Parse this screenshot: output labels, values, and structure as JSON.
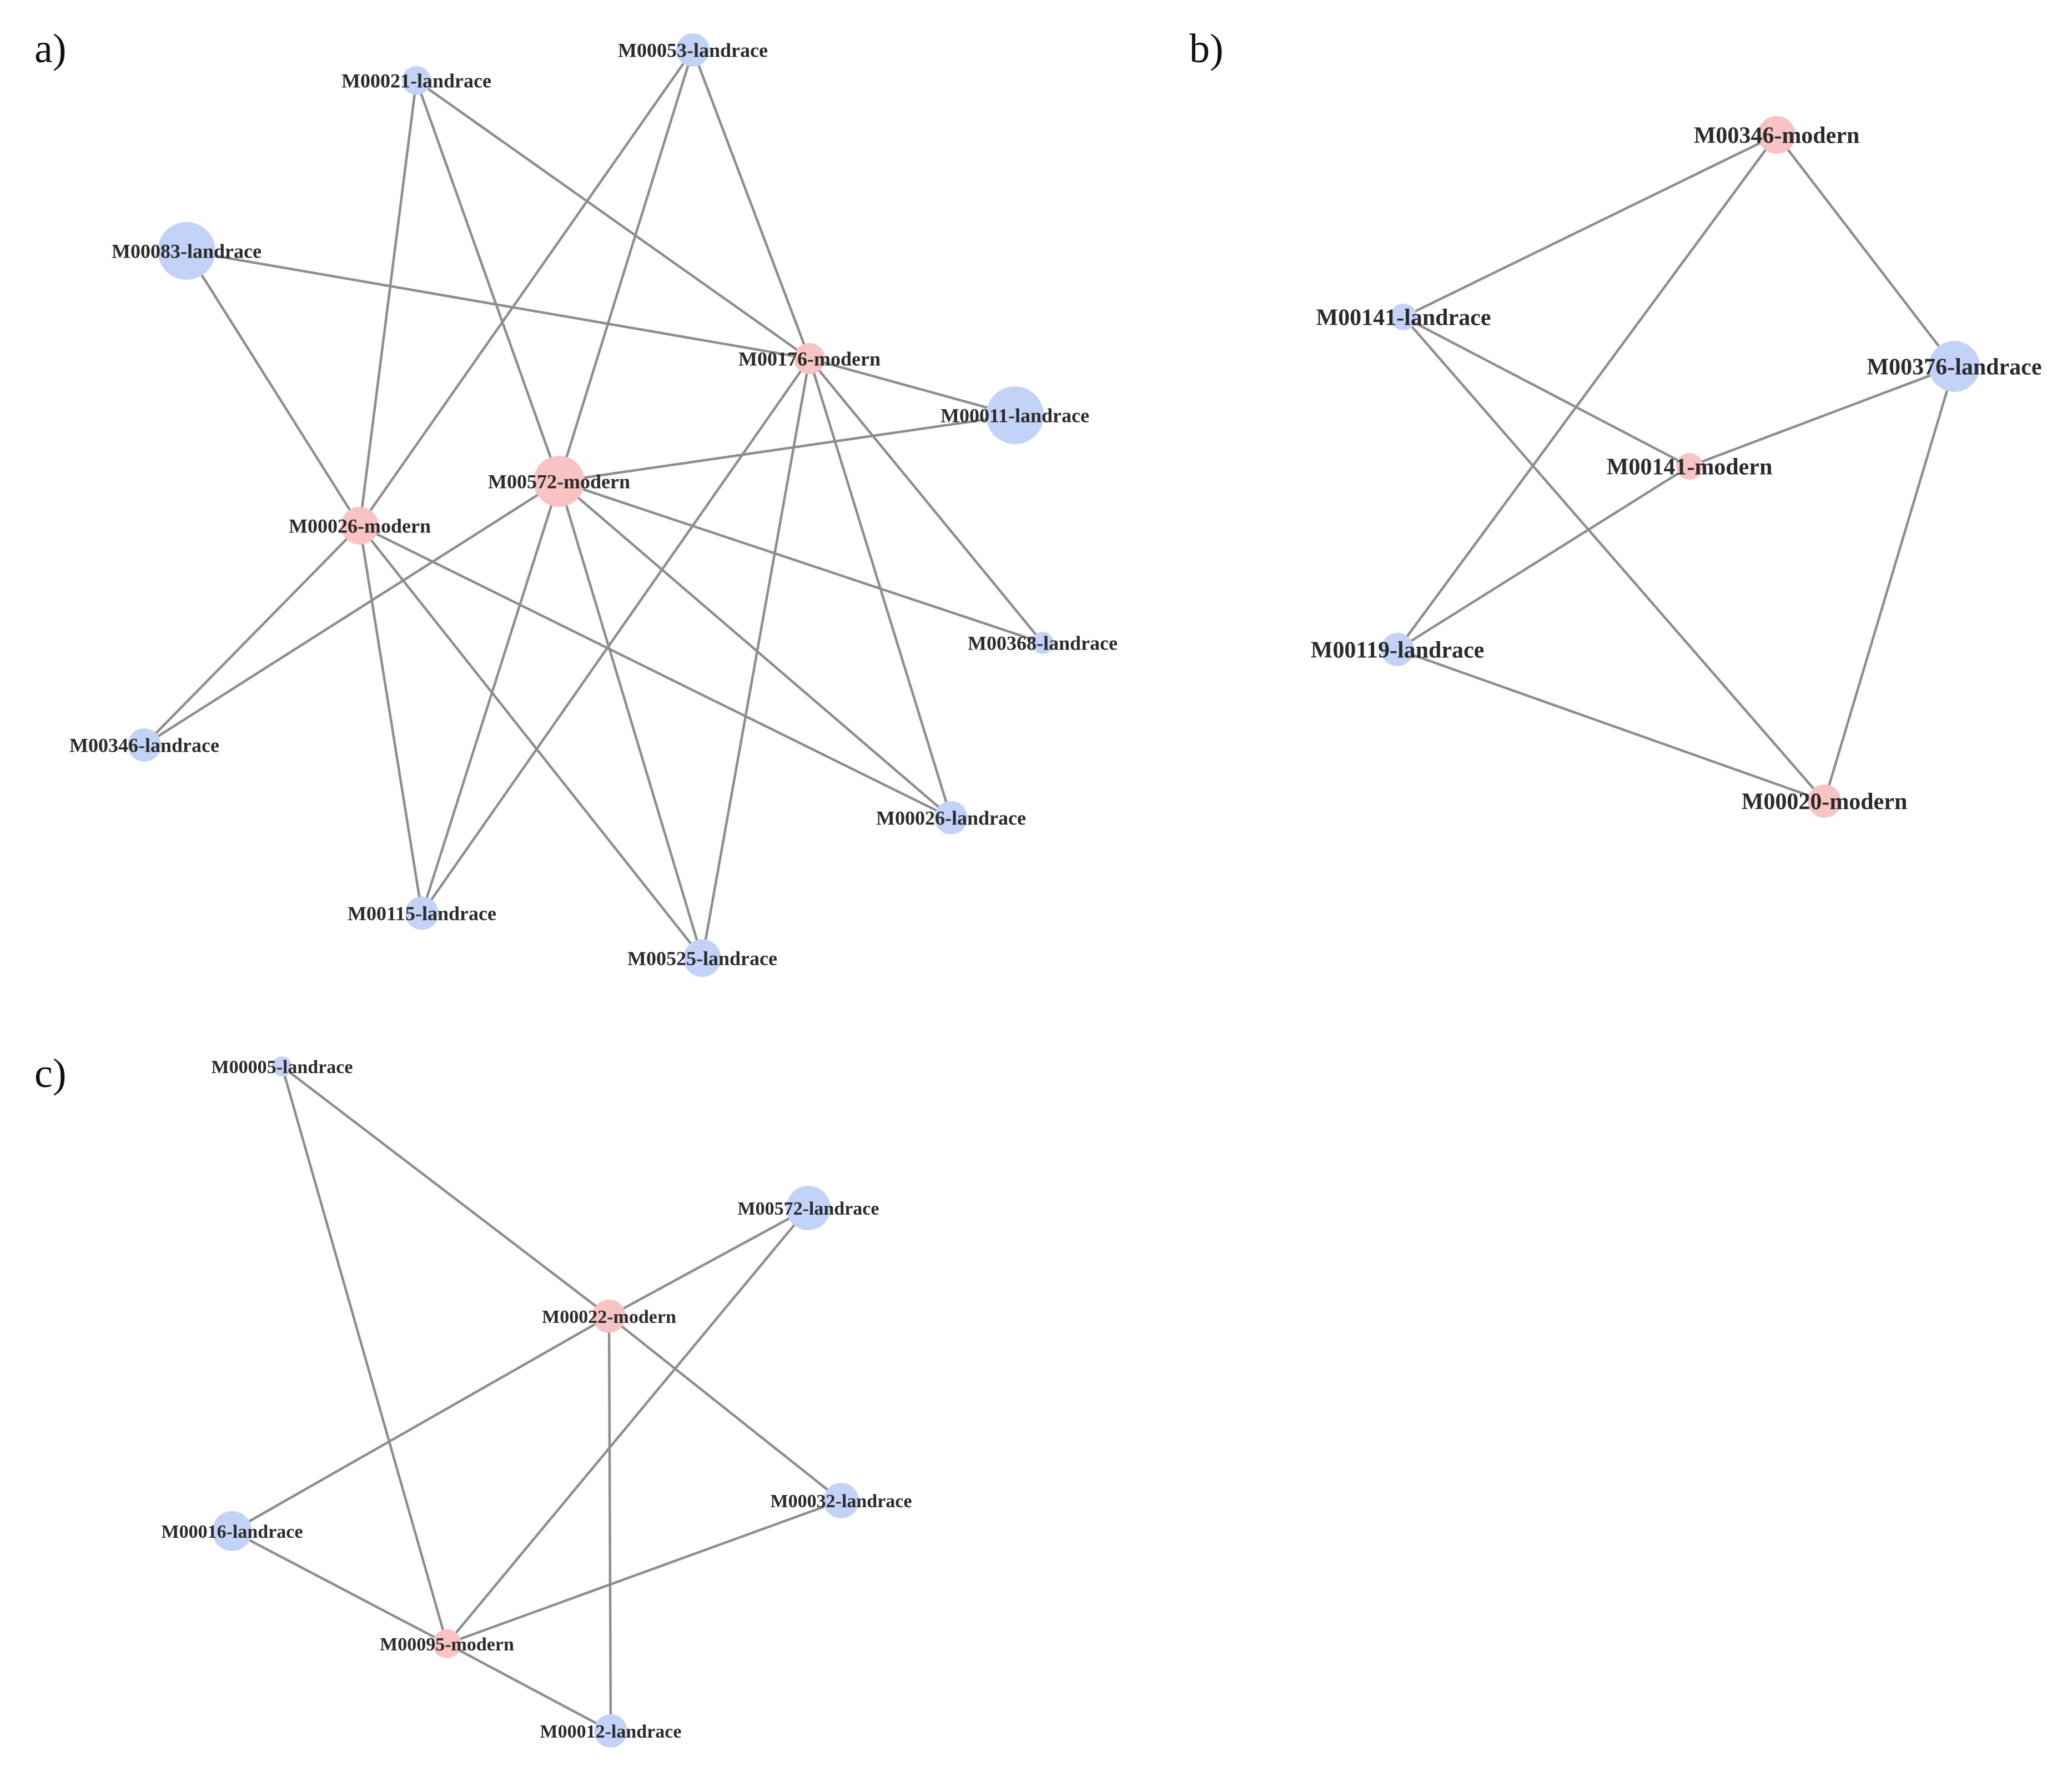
{
  "colors": {
    "modern": "#f8c3c3",
    "landrace": "#c3d3f8",
    "edge": "#8e8e8e",
    "label": "#2b2b2b"
  },
  "panels": [
    {
      "id": "a",
      "label": "a)",
      "nodes": [
        {
          "id": "M00021-landrace",
          "type": "landrace"
        },
        {
          "id": "M00053-landrace",
          "type": "landrace"
        },
        {
          "id": "M00083-landrace",
          "type": "landrace"
        },
        {
          "id": "M00176-modern",
          "type": "modern"
        },
        {
          "id": "M00011-landrace",
          "type": "landrace"
        },
        {
          "id": "M00572-modern",
          "type": "modern"
        },
        {
          "id": "M00026-modern",
          "type": "modern"
        },
        {
          "id": "M00368-landrace",
          "type": "landrace"
        },
        {
          "id": "M00346-landrace",
          "type": "landrace"
        },
        {
          "id": "M00026-landrace",
          "type": "landrace"
        },
        {
          "id": "M00115-landrace",
          "type": "landrace"
        },
        {
          "id": "M00525-landrace",
          "type": "landrace"
        }
      ],
      "edges": [
        [
          "M00021-landrace",
          "M00026-modern"
        ],
        [
          "M00021-landrace",
          "M00572-modern"
        ],
        [
          "M00021-landrace",
          "M00176-modern"
        ],
        [
          "M00053-landrace",
          "M00026-modern"
        ],
        [
          "M00053-landrace",
          "M00572-modern"
        ],
        [
          "M00053-landrace",
          "M00176-modern"
        ],
        [
          "M00083-landrace",
          "M00176-modern"
        ],
        [
          "M00083-landrace",
          "M00026-modern"
        ],
        [
          "M00176-modern",
          "M00011-landrace"
        ],
        [
          "M00176-modern",
          "M00368-landrace"
        ],
        [
          "M00176-modern",
          "M00026-landrace"
        ],
        [
          "M00176-modern",
          "M00525-landrace"
        ],
        [
          "M00176-modern",
          "M00115-landrace"
        ],
        [
          "M00572-modern",
          "M00011-landrace"
        ],
        [
          "M00572-modern",
          "M00368-landrace"
        ],
        [
          "M00572-modern",
          "M00026-landrace"
        ],
        [
          "M00572-modern",
          "M00525-landrace"
        ],
        [
          "M00572-modern",
          "M00115-landrace"
        ],
        [
          "M00572-modern",
          "M00346-landrace"
        ],
        [
          "M00026-modern",
          "M00346-landrace"
        ],
        [
          "M00026-modern",
          "M00115-landrace"
        ],
        [
          "M00026-modern",
          "M00525-landrace"
        ],
        [
          "M00026-modern",
          "M00026-landrace"
        ]
      ]
    },
    {
      "id": "b",
      "label": "b)",
      "nodes": [
        {
          "id": "M00346-modern",
          "type": "modern"
        },
        {
          "id": "M00141-landrace",
          "type": "landrace"
        },
        {
          "id": "M00376-landrace",
          "type": "landrace"
        },
        {
          "id": "M00141-modern",
          "type": "modern"
        },
        {
          "id": "M00119-landrace",
          "type": "landrace"
        },
        {
          "id": "M00020-modern",
          "type": "modern"
        }
      ],
      "edges": [
        [
          "M00346-modern",
          "M00141-landrace"
        ],
        [
          "M00346-modern",
          "M00376-landrace"
        ],
        [
          "M00346-modern",
          "M00119-landrace"
        ],
        [
          "M00141-landrace",
          "M00141-modern"
        ],
        [
          "M00141-landrace",
          "M00020-modern"
        ],
        [
          "M00376-landrace",
          "M00141-modern"
        ],
        [
          "M00376-landrace",
          "M00020-modern"
        ],
        [
          "M00141-modern",
          "M00119-landrace"
        ],
        [
          "M00119-landrace",
          "M00020-modern"
        ]
      ]
    },
    {
      "id": "c",
      "label": "c)",
      "nodes": [
        {
          "id": "M00005-landrace",
          "type": "landrace"
        },
        {
          "id": "M00572-landrace",
          "type": "landrace"
        },
        {
          "id": "M00022-modern",
          "type": "modern"
        },
        {
          "id": "M00032-landrace",
          "type": "landrace"
        },
        {
          "id": "M00016-landrace",
          "type": "landrace"
        },
        {
          "id": "M00095-modern",
          "type": "modern"
        },
        {
          "id": "M00012-landrace",
          "type": "landrace"
        }
      ],
      "edges": [
        [
          "M00005-landrace",
          "M00022-modern"
        ],
        [
          "M00005-landrace",
          "M00095-modern"
        ],
        [
          "M00572-landrace",
          "M00022-modern"
        ],
        [
          "M00572-landrace",
          "M00095-modern"
        ],
        [
          "M00022-modern",
          "M00016-landrace"
        ],
        [
          "M00022-modern",
          "M00032-landrace"
        ],
        [
          "M00022-modern",
          "M00012-landrace"
        ],
        [
          "M00016-landrace",
          "M00095-modern"
        ],
        [
          "M00095-modern",
          "M00032-landrace"
        ],
        [
          "M00095-modern",
          "M00012-landrace"
        ]
      ]
    }
  ]
}
